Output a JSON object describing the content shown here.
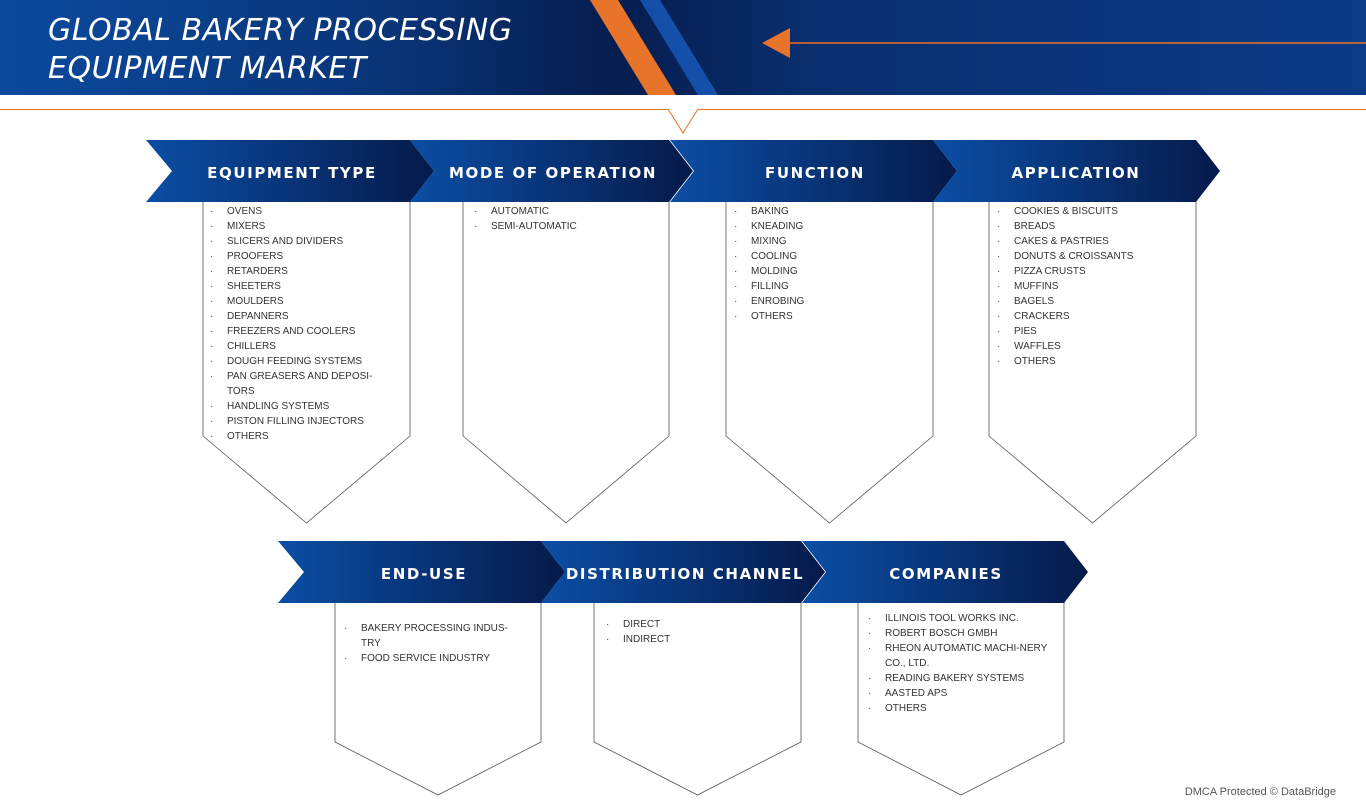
{
  "header": {
    "title_line1": "GLOBAL BAKERY PROCESSING",
    "title_line2": "EQUIPMENT MARKET"
  },
  "colors": {
    "accent_orange": "#e8732a",
    "banner_blue": "#0a3578",
    "box_gradient_start": "#0b4ea5",
    "box_gradient_end": "#061a4a"
  },
  "categories": [
    {
      "title": "EQUIPMENT TYPE",
      "items": [
        "OVENS",
        "MIXERS",
        "SLICERS AND DIVIDERS",
        "PROOFERS",
        "RETARDERS",
        "SHEETERS",
        "MOULDERS",
        "DEPANNERS",
        "FREEZERS AND COOLERS",
        "CHILLERS",
        "DOUGH FEEDING SYSTEMS",
        "PAN GREASERS AND DEPOSI-TORS",
        "HANDLING SYSTEMS",
        "PISTON FILLING INJECTORS",
        "OTHERS"
      ]
    },
    {
      "title": "MODE OF OPERATION",
      "items": [
        "AUTOMATIC",
        "SEMI-AUTOMATIC"
      ]
    },
    {
      "title": "FUNCTION",
      "items": [
        "BAKING",
        "KNEADING",
        "MIXING",
        "COOLING",
        "MOLDING",
        "FILLING",
        "ENROBING",
        "OTHERS"
      ]
    },
    {
      "title": "APPLICATION",
      "items": [
        "COOKIES & BISCUITS",
        "BREADS",
        "CAKES & PASTRIES",
        "DONUTS & CROISSANTS",
        "PIZZA CRUSTS",
        "MUFFINS",
        "BAGELS",
        "CRACKERS",
        "PIES",
        "WAFFLES",
        "OTHERS"
      ]
    },
    {
      "title": "END-USE",
      "items": [
        "BAKERY PROCESSING INDUS-TRY",
        "FOOD SERVICE INDUSTRY"
      ]
    },
    {
      "title": "DISTRIBUTION CHANNEL",
      "items": [
        "DIRECT",
        "INDIRECT"
      ]
    },
    {
      "title": "COMPANIES",
      "items": [
        "ILLINOIS TOOL WORKS INC.",
        "ROBERT BOSCH GMBH",
        "RHEON AUTOMATIC MACHI-NERY CO., LTD.",
        "READING BAKERY SYSTEMS",
        "AASTED APS",
        "OTHERS"
      ]
    }
  ],
  "footer": {
    "watermark": "DMCA Protected © DataBridge"
  }
}
